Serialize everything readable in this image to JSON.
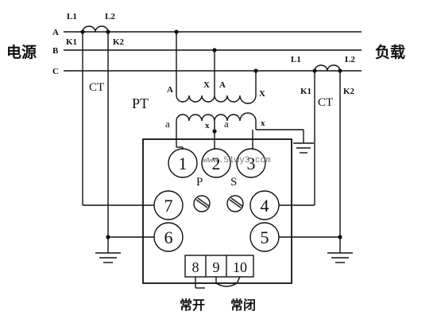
{
  "labels": {
    "source": "电源",
    "load": "负载",
    "phase_a": "A",
    "phase_b": "B",
    "phase_c": "C",
    "ct1_l1": "L1",
    "ct1_l2": "L2",
    "ct1_k1": "K1",
    "ct1_k2": "K2",
    "ct1_name": "CT",
    "ct2_l1": "L1",
    "ct2_l2": "L2",
    "ct2_k1": "K1",
    "ct2_k2": "K2",
    "ct2_name": "CT",
    "pt_name": "PT",
    "pt_primary_a1": "A",
    "pt_primary_x1": "X",
    "pt_primary_a2": "A",
    "pt_primary_x2": "X",
    "pt_secondary_a1": "a",
    "pt_secondary_x1": "x",
    "pt_secondary_a2": "a",
    "pt_secondary_x2": "x",
    "adjust_p": "P",
    "adjust_s": "S",
    "normally_open": "常开",
    "normally_closed": "常闭",
    "watermark": "www.51wy3.com"
  },
  "terminals": [
    "1",
    "2",
    "3",
    "4",
    "5",
    "6",
    "7",
    "8",
    "9",
    "10"
  ]
}
